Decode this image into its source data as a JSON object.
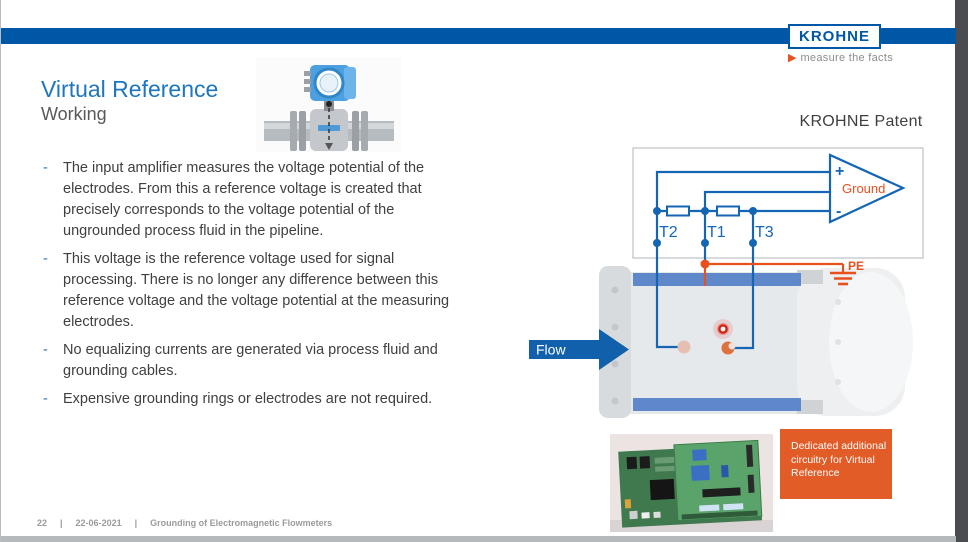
{
  "header": {
    "logo": "KROHNE",
    "tagline": "measure the facts"
  },
  "title": {
    "main": "Virtual Reference",
    "sub": "Working"
  },
  "bullets": [
    "The input amplifier measures the voltage potential of the electrodes. From this a reference voltage is created that precisely corresponds to the voltage potential of the ungrounded process fluid in the pipeline.",
    "This voltage is the reference voltage used for signal processing. There is no longer any difference between this reference voltage and the voltage potential at the measuring electrodes.",
    "No equalizing currents are generated via process fluid and grounding cables.",
    "Expensive grounding rings or electrodes are not required."
  ],
  "right_panel": {
    "patent_label": "KROHNE Patent",
    "callout": "Dedicated additional circuitry for Virtual Reference"
  },
  "diagram": {
    "t2": "T2",
    "t1": "T1",
    "t3": "T3",
    "plus": "+",
    "minus": "-",
    "ground_label": "Ground",
    "pe_label": "PE",
    "flow_label": "Flow"
  },
  "footer": {
    "page": "22",
    "separator": "|",
    "date": "22-06-2021",
    "doc_title": "Grounding of Electromagnetic Flowmeters"
  },
  "colors": {
    "krohne_blue": "#0057a5",
    "title_blue": "#1e76be",
    "circuit_blue": "#1565b5",
    "accent_orange": "#e8501e",
    "callout_orange": "#e25c28",
    "coil_blue": "#5e88c9",
    "body_text": "#404040",
    "subtitle_gray": "#595959",
    "footer_gray": "#9b9b9b"
  }
}
